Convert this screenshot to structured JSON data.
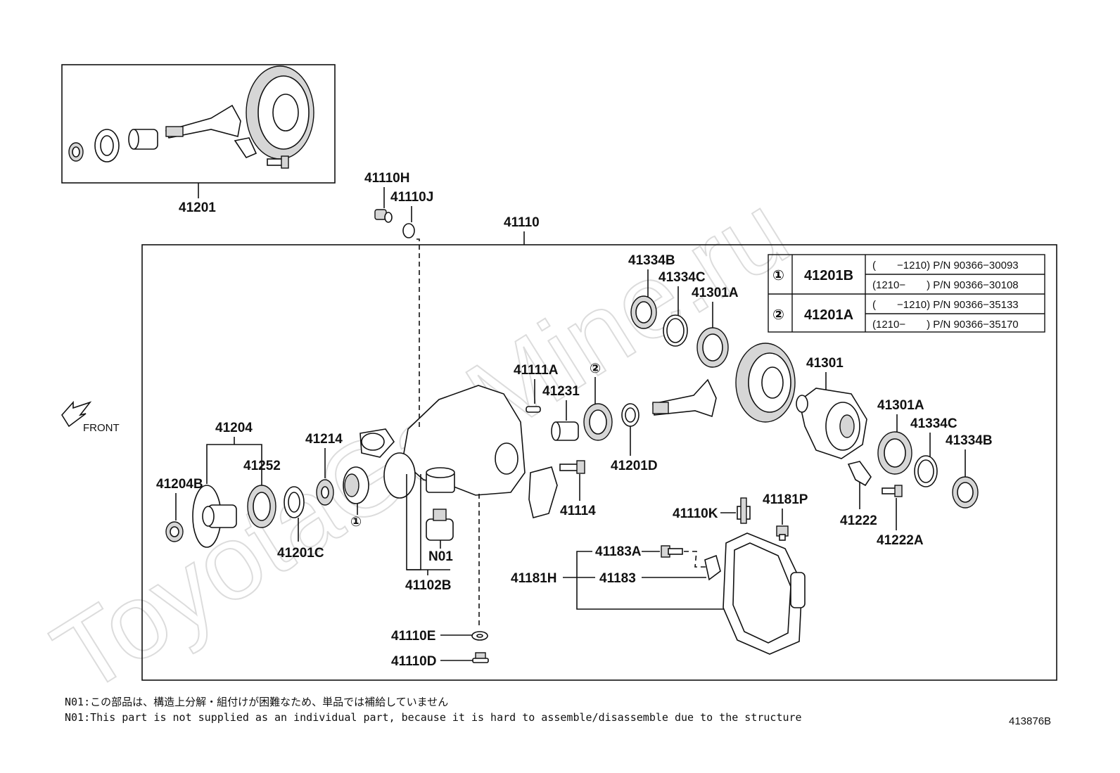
{
  "watermark": "ToyotaGarMine.ru",
  "front_label": "FRONT",
  "labels": {
    "p41201": "41201",
    "p41110H": "41110H",
    "p41110J": "41110J",
    "p41110": "41110",
    "p41334B_top": "41334B",
    "p41334C_top": "41334C",
    "p41301A_top": "41301A",
    "p41111A": "41111A",
    "p41231": "41231",
    "p41301": "41301",
    "p41204": "41204",
    "p41252": "41252",
    "p41214": "41214",
    "p41204B": "41204B",
    "p41201C": "41201C",
    "p41201D": "41201D",
    "p41114": "41114",
    "pN01": "N01",
    "p41102B": "41102B",
    "p41301A_bot": "41301A",
    "p41334C_bot": "41334C",
    "p41334B_bot": "41334B",
    "p41222": "41222",
    "p41222A": "41222A",
    "p41110K": "41110K",
    "p41181P": "41181P",
    "p41183A": "41183A",
    "p41181H": "41181H",
    "p41183": "41183",
    "p41110E": "41110E",
    "p41110D": "41110D",
    "circ1_a": "①",
    "circ2_a": "②"
  },
  "table": {
    "rows": [
      {
        "mark": "①",
        "part": "41201B",
        "lines": [
          "(　　−1210) P/N 90366−30093",
          "(1210−　　) P/N 90366−30108"
        ]
      },
      {
        "mark": "②",
        "part": "41201A",
        "lines": [
          "(　　−1210) P/N 90366−35133",
          "(1210−　　) P/N 90366−35170"
        ]
      }
    ]
  },
  "notes": {
    "jp": "N01:この部品は、構造上分解・組付けが困難なため、単品では補給していません",
    "en": "N01:This part is not supplied as an individual part, because it is hard to assemble/disassemble due to the structure"
  },
  "diagram_code": "413876B"
}
